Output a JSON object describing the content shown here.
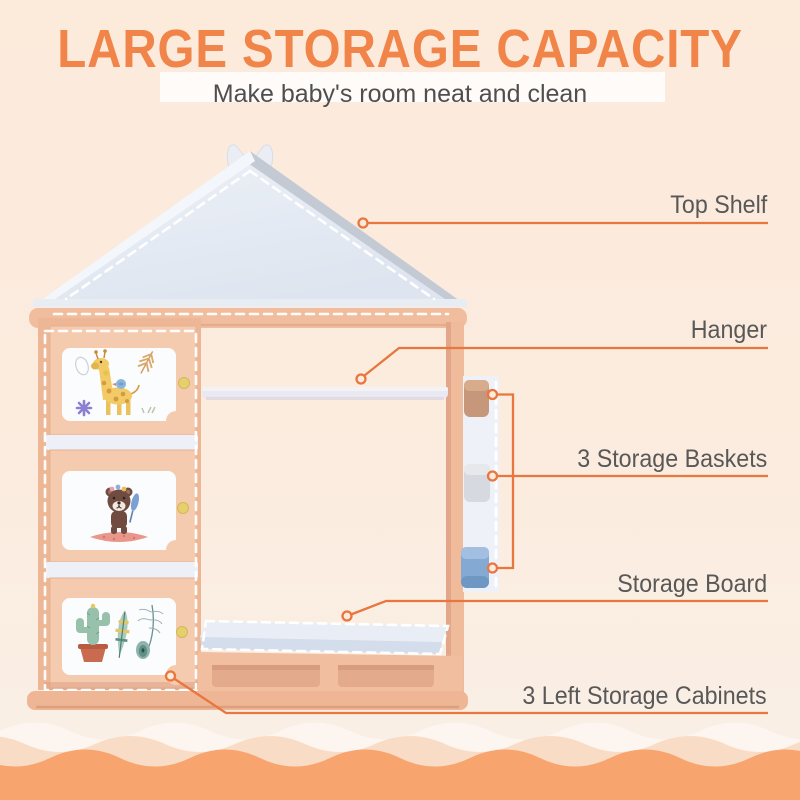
{
  "header": {
    "title": "LARGE STORAGE CAPACITY",
    "subtitle": "Make baby's room neat and clean"
  },
  "callouts": [
    {
      "id": "top-shelf",
      "label": "Top Shelf"
    },
    {
      "id": "hanger",
      "label": "Hanger"
    },
    {
      "id": "storage-baskets",
      "label": "3 Storage Baskets"
    },
    {
      "id": "storage-board",
      "label": "Storage Board"
    },
    {
      "id": "left-storage-cabinets",
      "label": "3 Left Storage Cabinets"
    }
  ],
  "illustration": {
    "subject": "kids-house-shaped-storage-wardrobe",
    "cabinet_art": [
      "giraffe-with-bird",
      "bear-with-feather",
      "cactus-and-feathers"
    ],
    "basket_order_top_to_bottom": [
      "tan",
      "white",
      "blue"
    ]
  },
  "colors": {
    "background": "#FCEBDD",
    "title": "#F08449",
    "subtitle_text": "#4F4F4F",
    "label_text": "#585858",
    "callout_line": "#E8763F",
    "furniture_peach": "#F0BE9E",
    "cabinet_door": "#F5CBAF",
    "roof_blue": "#E7ECF4",
    "knob_yellow": "#E6D06E",
    "basket_tan": "#C6977A",
    "basket_white": "#D6D9DF",
    "basket_blue": "#84AAD3",
    "wave_light": "#FDF5EF",
    "wave_mid": "#F9DCC6",
    "wave_solid": "#F7A46E"
  }
}
